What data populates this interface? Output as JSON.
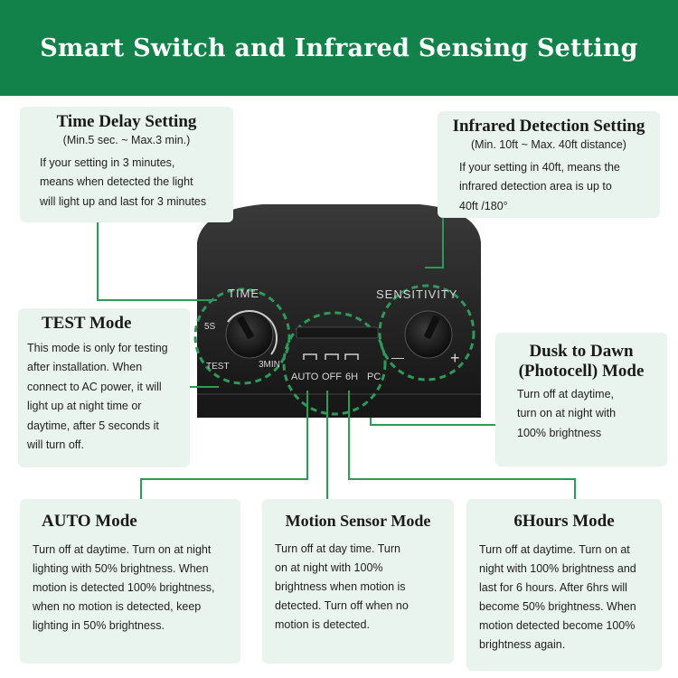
{
  "banner": {
    "title": "Smart Switch and Infrared Sensing Setting"
  },
  "time_delay": {
    "title": "Time Delay Setting",
    "subtitle": "(Min.5 sec. ~ Max.3 min.)",
    "lines": [
      "If your setting in 3 minutes,",
      "means when detected the light",
      "will light up and last for 3 minutes"
    ]
  },
  "infrared": {
    "title": "Infrared Detection Setting",
    "subtitle": "(Min. 10ft ~ Max. 40ft distance)",
    "lines": [
      "If your setting in 40ft, means the",
      "infrared detection area is up to",
      "40ft /180°"
    ]
  },
  "test_mode": {
    "title": "TEST Mode",
    "lines": [
      "This mode is only for testing",
      "after installation. When",
      "connect to AC power, it will",
      "light up at night time or",
      "daytime, after 5 seconds it",
      "will turn off."
    ]
  },
  "dusk_dawn": {
    "title_line1": "Dusk to Dawn",
    "title_line2": "(Photocell) Mode",
    "lines": [
      "Turn off at daytime,",
      "turn on at night with",
      "100% brightness"
    ]
  },
  "auto_mode": {
    "title": "AUTO Mode",
    "lines": [
      "Turn off at daytime. Turn on at night",
      "lighting with 50% brightness. When",
      "motion is detected 100% brightness,",
      "when no motion is detected, keep",
      "lighting in 50% brightness."
    ]
  },
  "motion_mode": {
    "title": "Motion Sensor Mode",
    "lines": [
      "Turn off at day time. Turn",
      "on at night with 100%",
      "brightness when motion is",
      "detected. Turn off when no",
      "motion is detected."
    ]
  },
  "six_hours": {
    "title": "6Hours Mode",
    "lines": [
      "Turn off at daytime. Turn on at",
      "night with 100% brightness and",
      "last for 6 hours. After 6hrs will",
      "become 50% brightness. When",
      "motion detected become 100%",
      "brightness again."
    ]
  },
  "device": {
    "time_label": "TIME",
    "sensitivity_label": "SENSITIVITY",
    "dial_5s": "5S",
    "dial_3min": "3MIN",
    "dial_test": "TEST",
    "minus": "—",
    "plus": "+",
    "mode_auto": "AUTO",
    "mode_off": "OFF",
    "mode_6h": "6H",
    "mode_pc": "PC"
  },
  "colors": {
    "banner": "#13814a",
    "box": "#eaf4ee",
    "accent": "#2e9a5a",
    "device": "#1f1f1f"
  }
}
